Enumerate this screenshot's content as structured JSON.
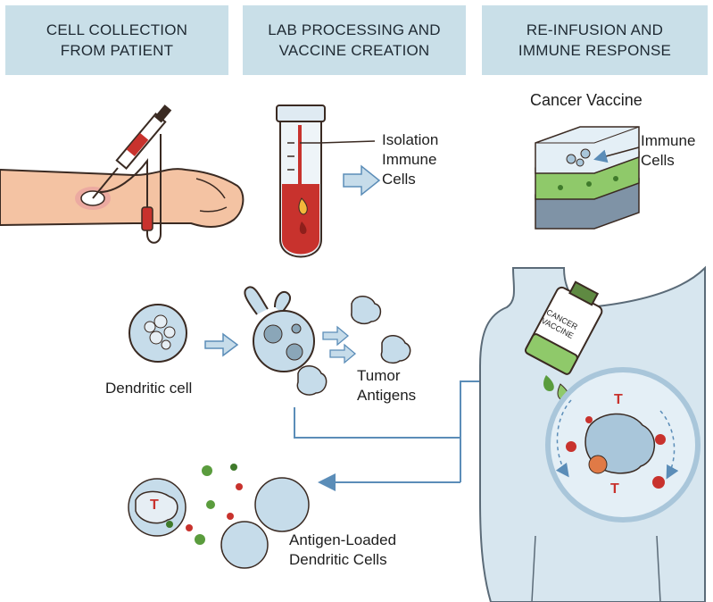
{
  "banners": [
    {
      "text": "CELL COLLECTION\nFROM PATIENT"
    },
    {
      "text": "LAB PROCESSING AND\nVACCINE CREATION"
    },
    {
      "text": "RE-INFUSION AND\nIMMUNE RESPONSE"
    }
  ],
  "labels": {
    "isolation": "Isolation\nImmune\nCells",
    "cancer_vaccine": "Cancer Vaccine",
    "immune_cells": "Immune\nCells",
    "dendritic_cell": "Dendritic cell",
    "tumor_antigens": "Tumor\nAntigens",
    "antigen_loaded": "Antigen-Loaded\nDendritic Cells",
    "bottle_text": "CANCER\nVACCINE",
    "t_marker": "T"
  },
  "colors": {
    "banner_bg": "#c9dfe8",
    "skin": "#f4c3a3",
    "blood": "#c8322d",
    "cell_blue": "#c6dcea",
    "vaccine_green": "#8fc96a",
    "arrow_blue": "#5b8db8",
    "body_fill": "#d7e6ef"
  }
}
